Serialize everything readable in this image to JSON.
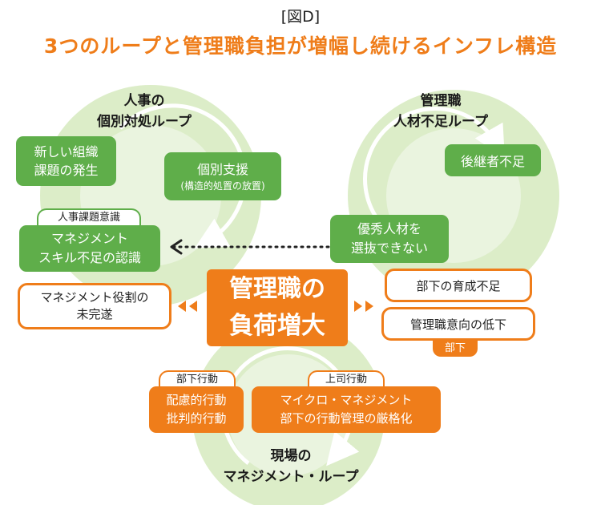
{
  "figure_label": "[図D]",
  "title": "3つのループと管理職負担が増幅し続けるインフレ構造",
  "colors": {
    "orange": "#ef7d1a",
    "green": "#5fae4a",
    "circle": "#dcedc8"
  },
  "loops": {
    "personnel": {
      "title_line1": "人事の",
      "title_line2": "個別対処ループ"
    },
    "manager": {
      "title_line1": "管理職",
      "title_line2": "人材不足ループ"
    },
    "field": {
      "title_line1": "現場の",
      "title_line2": "マネジメント・ループ"
    }
  },
  "boxes": {
    "new_issue": {
      "line1": "新しい組織",
      "line2": "課題の発生"
    },
    "individual_support": {
      "line1": "個別支援",
      "line2": "(構造的処置の放置)"
    },
    "hr_awareness_tag": "人事課題意識",
    "skill_gap": {
      "line1": "マネジメント",
      "line2": "スキル不足の認識"
    },
    "successor": "後継者不足",
    "cannot_select": {
      "line1": "優秀人材を",
      "line2": "選抜できない"
    },
    "role_incomplete": {
      "line1": "マネジメント役割の",
      "line2": "未完遂"
    },
    "center": {
      "line1": "管理職の",
      "line2": "負荷増大"
    },
    "sub_training": "部下の育成不足",
    "mgr_intent": "管理職意向の低下",
    "buka_tag": "部下",
    "sub_action_tag": "部下行動",
    "sub_action": {
      "line1": "配慮的行動",
      "line2": "批判的行動"
    },
    "boss_action_tag": "上司行動",
    "boss_action": {
      "line1": "マイクロ・マネジメント",
      "line2": "部下の行動管理の厳格化"
    }
  }
}
